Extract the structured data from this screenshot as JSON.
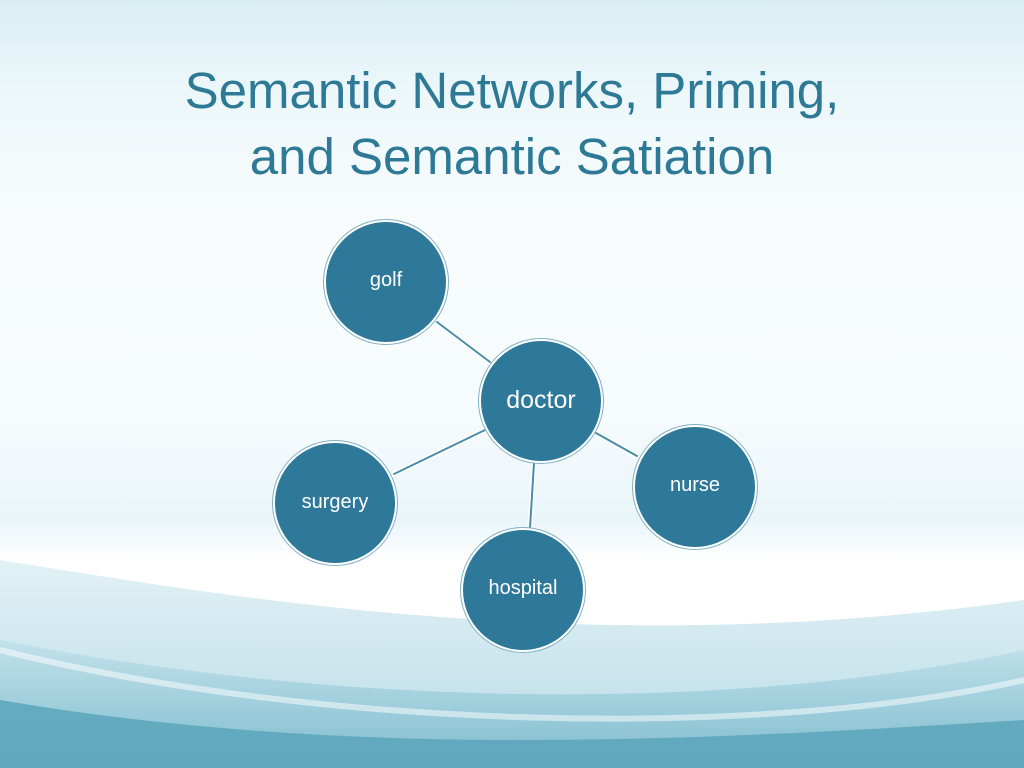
{
  "slide": {
    "title_line1": "Semantic Networks, Priming,",
    "title_line2": "and Semantic Satiation"
  },
  "network": {
    "center": "doctor",
    "nodes": {
      "golf": "golf",
      "doctor": "doctor",
      "nurse": "nurse",
      "surgery": "surgery",
      "hospital": "hospital"
    },
    "links": [
      [
        "doctor",
        "golf"
      ],
      [
        "doctor",
        "nurse"
      ],
      [
        "doctor",
        "surgery"
      ],
      [
        "doctor",
        "hospital"
      ]
    ]
  },
  "colors": {
    "title": "#2e7a96",
    "node_fill": "#2e789a",
    "node_text": "#ffffff",
    "link": "#4a8ea6",
    "wave": "#6fb3c7"
  }
}
